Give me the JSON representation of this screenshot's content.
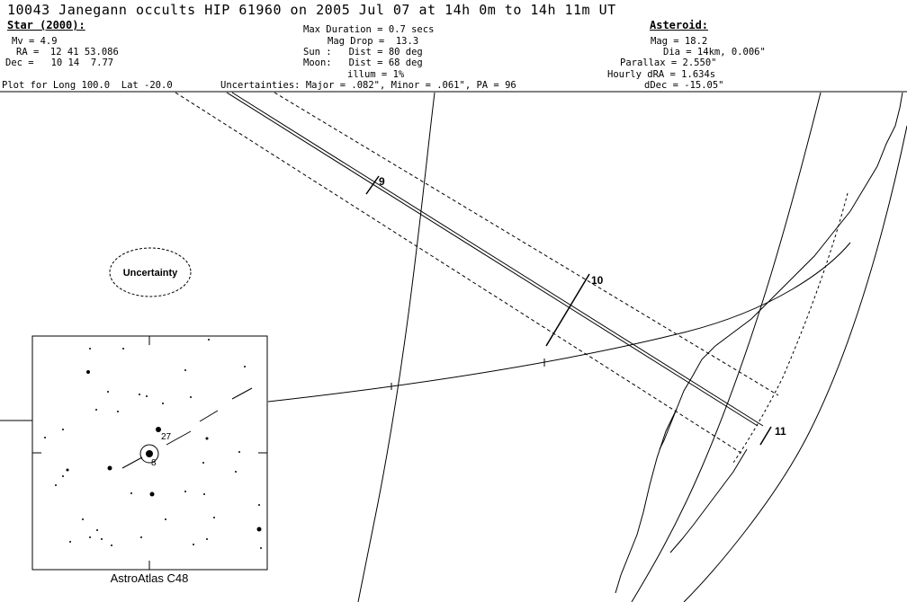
{
  "title": "10043 Janegann occults HIP 61960 on 2005 Jul 07 at 14h 0m to 14h 11m UT",
  "star": {
    "heading": "Star (2000):",
    "mv": "Mv = 4.9",
    "ra": "RA =  12 41 53.086",
    "dec": "Dec =   10 14  7.77"
  },
  "event": {
    "max_duration": "Max Duration = 0.7 secs",
    "mag_drop": "Mag Drop =  13.3",
    "sun": "Sun :   Dist = 80 deg",
    "moon": "Moon:   Dist = 68 deg",
    "illum": "illum = 1%"
  },
  "asteroid": {
    "heading": "Asteroid:",
    "mag": "Mag = 18.2",
    "dia": "Dia = 14km, 0.006\"",
    "parallax": "Parallax = 2.550\"",
    "hourly_dra": "Hourly dRA = 1.634s",
    "ddec": "dDec = -15.05\""
  },
  "plot_for": "Plot for Long 100.0  Lat -20.0",
  "uncertainties": "Uncertainties: Major = .082\", Minor = .061\", PA = 96",
  "uncertainty_label": "Uncertainty",
  "time_labels": [
    "9",
    "10",
    "11"
  ],
  "inset": {
    "caption": "AstroAtlas C48",
    "labels": [
      "27",
      "8"
    ]
  }
}
